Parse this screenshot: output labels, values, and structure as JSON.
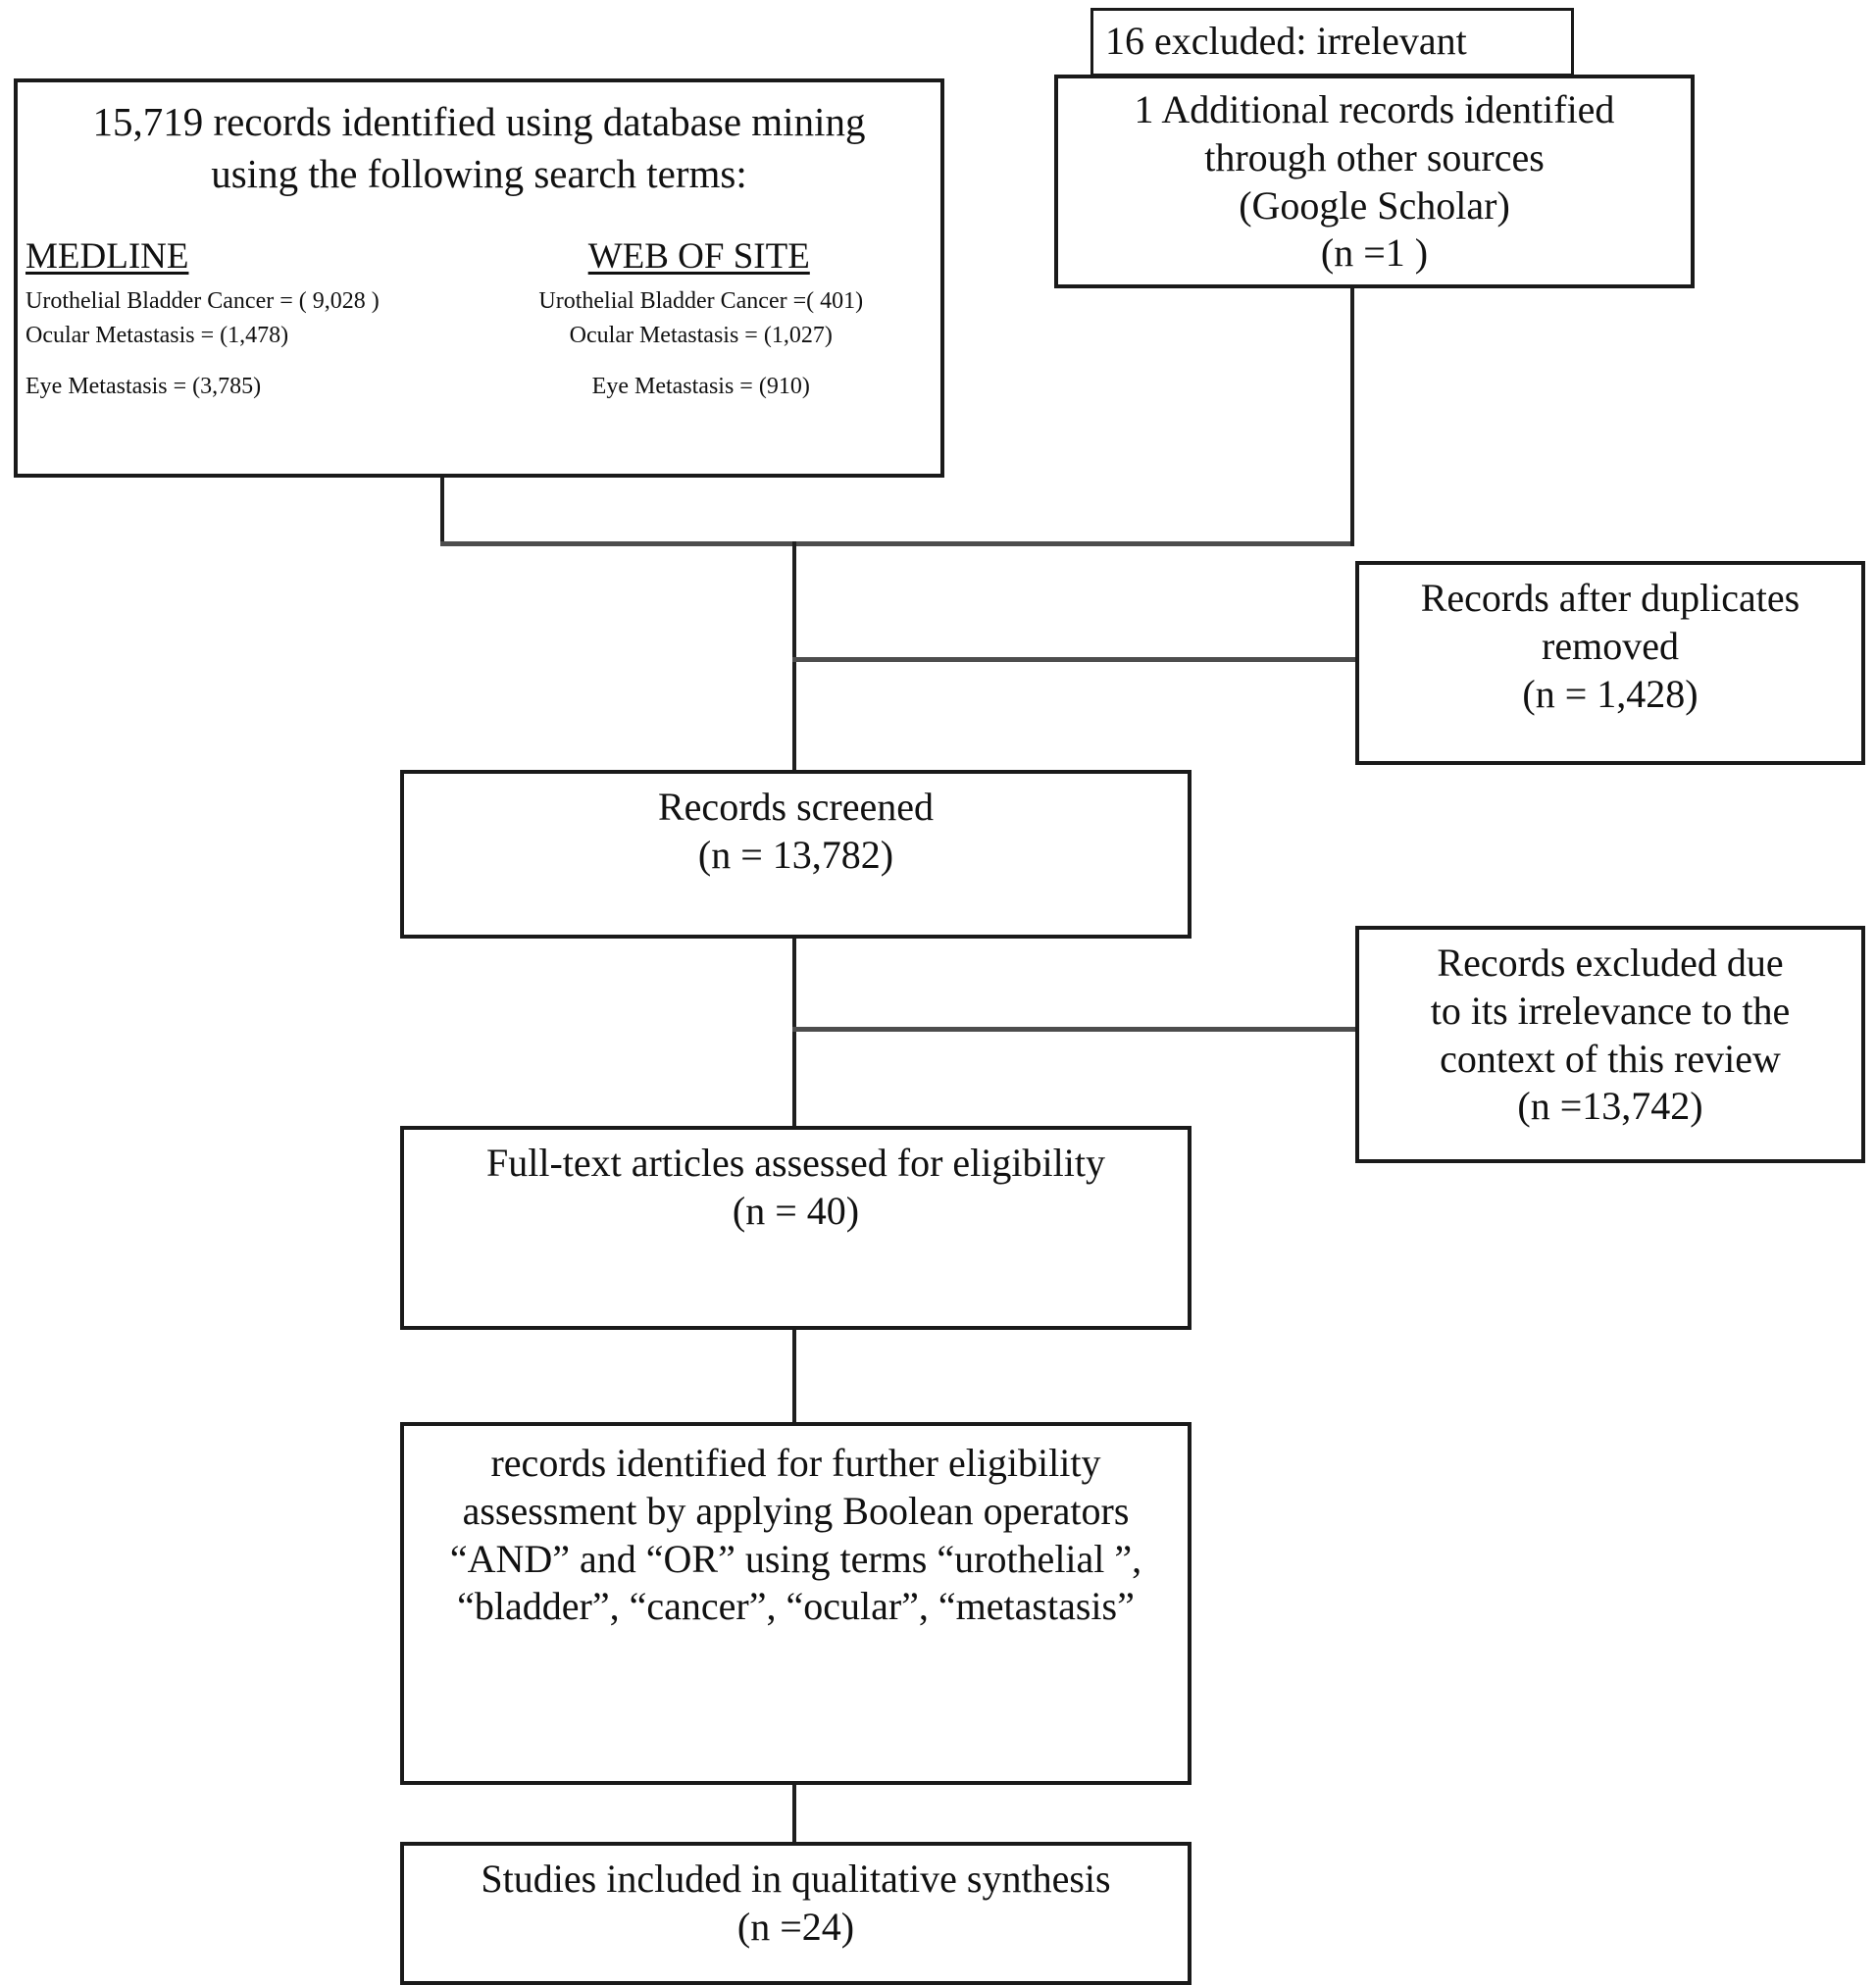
{
  "diagram": {
    "type": "prisma-flow-diagram",
    "title": "PRISMA study selection flow diagram"
  },
  "identification": {
    "headline_line1": "15,719 records identified using database mining",
    "headline_line2": "using the following search terms:",
    "databases": [
      {
        "name": "MEDLINE",
        "rows": [
          "Urothelial Bladder Cancer = ( 9,028 )",
          "Ocular Metastasis = (1,478)",
          "Eye Metastasis = (3,785)"
        ]
      },
      {
        "name": "WEB OF SITE",
        "rows": [
          "Urothelial Bladder Cancer =( 401)",
          "Ocular Metastasis = (1,027)",
          "Eye Metastasis = (910)"
        ]
      }
    ]
  },
  "excluded_irrelevant_top": {
    "label": "16 excluded: irrelevant"
  },
  "additional_records": {
    "line1": "1 Additional records identified",
    "line2": "through other sources",
    "line3": "(Google Scholar)",
    "line4": "(n =1 )"
  },
  "duplicates_removed": {
    "line1": "Records after duplicates",
    "line2": "removed",
    "line3": "(n = 1,428)"
  },
  "records_screened": {
    "line1": "Records screened",
    "line2": "(n =  13,782)"
  },
  "records_excluded": {
    "line1": "Records excluded due",
    "line2": "to its irrelevance to the",
    "line3": "context of this review",
    "line4": "(n =13,742)"
  },
  "full_text_assessed": {
    "line1": "Full-text articles assessed for eligibility",
    "line2": "(n =  40)"
  },
  "boolean_assessment": {
    "line1": "records identified for further eligibility",
    "line2": "assessment by applying Boolean operators",
    "line3": "“AND” and “OR” using terms “urothelial ”,",
    "line4": "“bladder”, “cancer”, “ocular”, “metastasis”"
  },
  "studies_included": {
    "line1": "Studies included in qualitative synthesis",
    "line2": "(n =24)"
  },
  "colors": {
    "box_border": "#1a1a1a",
    "connector": "#4d4d4d",
    "background": "#ffffff",
    "text": "#111111"
  }
}
